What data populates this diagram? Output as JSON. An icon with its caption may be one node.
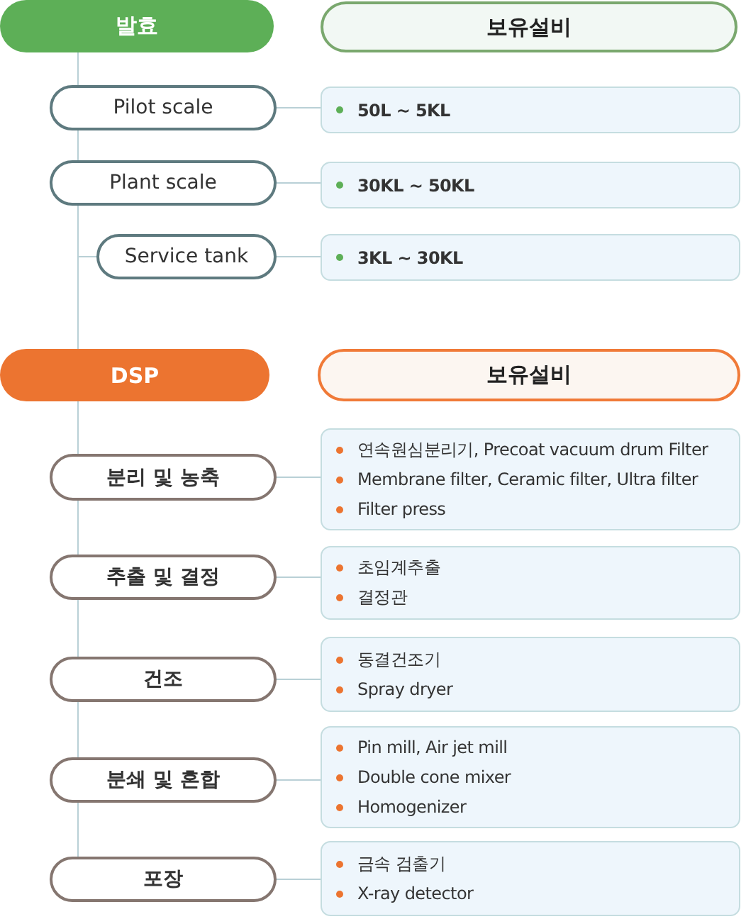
{
  "diagram": {
    "nodes": [
      {
        "text": [
          "발효"
        ]
      },
      {
        "text": [
          "보유설비"
        ]
      },
      {
        "text": [
          "Pilot scale"
        ]
      },
      {
        "text": [
          "50L ~ 5KL"
        ]
      },
      {
        "text": [
          "Plant scale"
        ]
      },
      {
        "text": [
          "30KL ~ 50KL"
        ]
      },
      {
        "text": [
          "Service tank"
        ]
      },
      {
        "text": [
          "3KL ~ 30KL"
        ]
      },
      {
        "text": [
          "DSP"
        ]
      },
      {
        "text": [
          "보유설비"
        ]
      },
      {
        "text": [
          "분리 및 농축"
        ]
      },
      {
        "text": [
          "연속원심분리기, Precoat vacuum drum Filter",
          "Membrane filter, Ceramic filter, Ultra filter",
          "Filter press"
        ]
      },
      {
        "text": [
          "추출 및 결정"
        ]
      },
      {
        "text": [
          "초임계추출",
          "결정관"
        ]
      },
      {
        "text": [
          "건조"
        ]
      },
      {
        "text": [
          "동결건조기",
          "Spray dryer"
        ]
      },
      {
        "text": [
          "분쇄 및 혼합"
        ]
      },
      {
        "text": [
          "Pin mill, Air jet mill",
          "Double cone mixer",
          "Homogenizer"
        ]
      },
      {
        "text": [
          "포장"
        ]
      },
      {
        "text": [
          "금속 검출기",
          "X-ray detector"
        ]
      }
    ],
    "edges": [
      {
        "from": 0,
        "to": 2,
        "arrow": "none"
      },
      {
        "from": 2,
        "to": 4,
        "arrow": "none"
      },
      {
        "from": 4,
        "to": 6,
        "arrow": "none"
      },
      {
        "from": 4,
        "to": 8,
        "arrow": "none"
      },
      {
        "from": 8,
        "to": 10,
        "arrow": "none"
      },
      {
        "from": 10,
        "to": 12,
        "arrow": "none"
      },
      {
        "from": 12,
        "to": 14,
        "arrow": "none"
      },
      {
        "from": 14,
        "to": 16,
        "arrow": "none"
      },
      {
        "from": 16,
        "to": 18,
        "arrow": "none"
      },
      {
        "from": 2,
        "to": 3,
        "arrow": "none"
      },
      {
        "from": 4,
        "to": 5,
        "arrow": "none"
      },
      {
        "from": 6,
        "to": 7,
        "arrow": "none"
      },
      {
        "from": 10,
        "to": 11,
        "arrow": "none"
      },
      {
        "from": 12,
        "to": 13,
        "arrow": "none"
      },
      {
        "from": 14,
        "to": 15,
        "arrow": "none"
      },
      {
        "from": 16,
        "to": 17,
        "arrow": "none"
      },
      {
        "from": 18,
        "to": 19,
        "arrow": "none"
      }
    ]
  }
}
